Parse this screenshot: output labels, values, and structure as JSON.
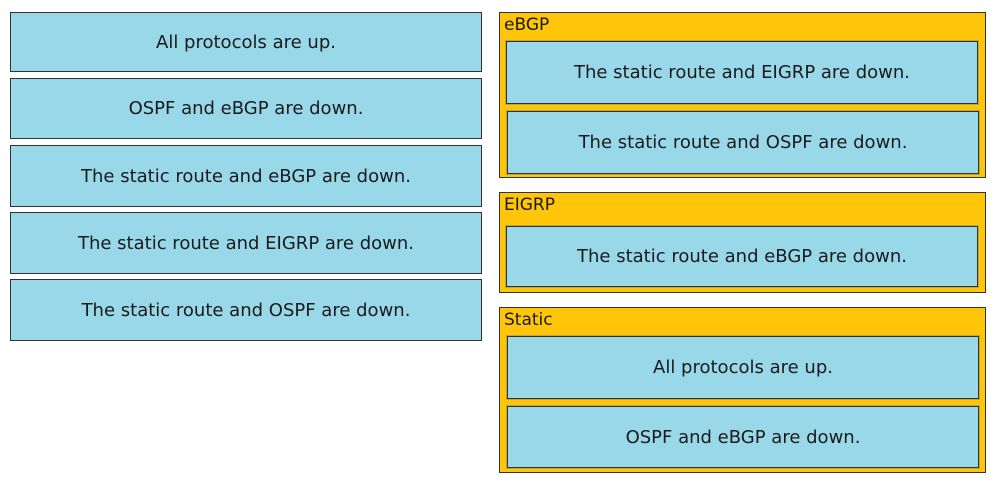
{
  "source_items": [
    "All protocols are up.",
    "OSPF and eBGP are down.",
    "The static route and eBGP are down.",
    "The static route and EIGRP are down.",
    "The static route and OSPF are down."
  ],
  "targets": [
    {
      "label": "eBGP",
      "answers": [
        "The static route and EIGRP are down.",
        "The static route and OSPF are down."
      ]
    },
    {
      "label": "EIGRP",
      "answers": [
        "The static route and eBGP are down."
      ]
    },
    {
      "label": "Static",
      "answers": [
        "All protocols are up.",
        "OSPF and eBGP are down."
      ]
    }
  ],
  "colors": {
    "item_fill": "#99d8e9",
    "target_fill": "#ffc609",
    "border": "#333333"
  }
}
